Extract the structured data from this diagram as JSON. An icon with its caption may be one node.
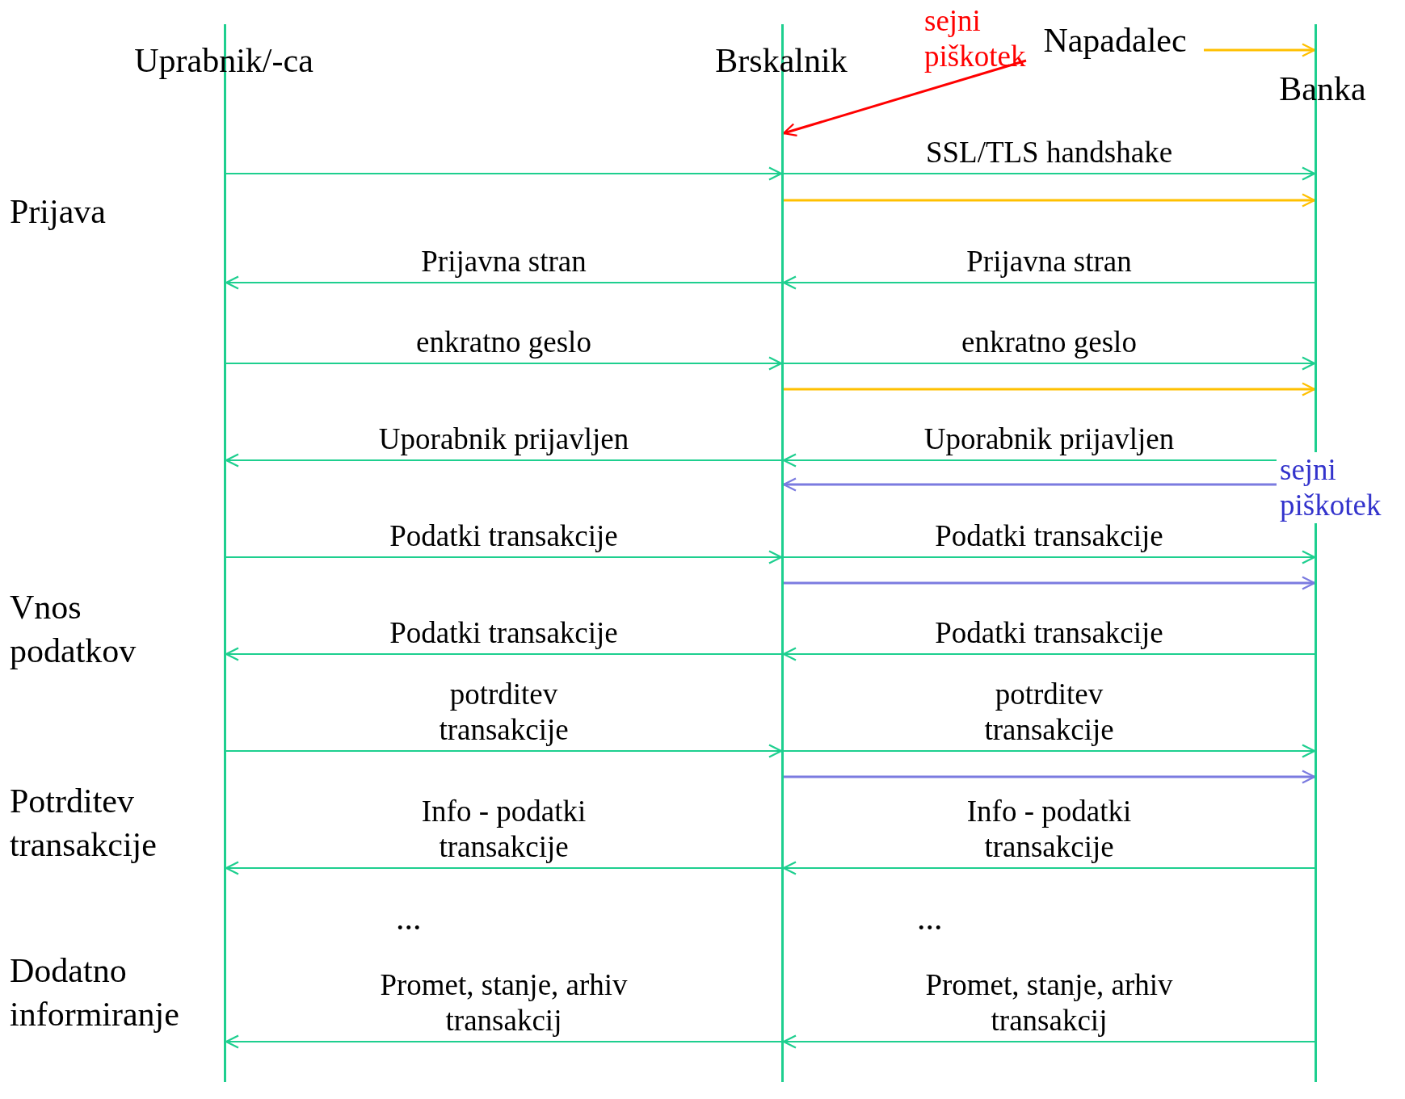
{
  "diagram": {
    "nodes": [
      {
        "text": [
          "Uprabnik/-ca"
        ]
      },
      {
        "text": [
          "Brskalnik"
        ]
      },
      {
        "text": [
          "Napadalec"
        ]
      },
      {
        "text": [
          "Banka"
        ]
      }
    ],
    "edges": [
      {
        "from": 2,
        "to": 1,
        "arrow": "to",
        "label": "sejni piškotek",
        "color": "#ff0000"
      },
      {
        "from": 2,
        "to": 3,
        "arrow": "to",
        "color": "#ffc000"
      },
      {
        "from": 0,
        "to": 1,
        "arrow": "to"
      },
      {
        "from": 1,
        "to": 3,
        "arrow": "to",
        "label": "SSL/TLS handshake"
      },
      {
        "from": 1,
        "to": 3,
        "arrow": "to",
        "color": "#ffc000"
      },
      {
        "from": 1,
        "to": 0,
        "arrow": "to",
        "label": "Prijavna stran"
      },
      {
        "from": 3,
        "to": 1,
        "arrow": "to",
        "label": "Prijavna stran"
      },
      {
        "from": 0,
        "to": 1,
        "arrow": "to",
        "label": "enkratno geslo"
      },
      {
        "from": 1,
        "to": 3,
        "arrow": "to",
        "label": "enkratno geslo"
      },
      {
        "from": 1,
        "to": 3,
        "arrow": "to",
        "color": "#ffc000"
      },
      {
        "from": 1,
        "to": 0,
        "arrow": "to",
        "label": "Uporabnik prijavljen"
      },
      {
        "from": 3,
        "to": 1,
        "arrow": "to",
        "label": "Uporabnik prijavljen"
      },
      {
        "from": 3,
        "to": 1,
        "arrow": "to",
        "label": "sejni piškotek",
        "color": "#7b7be0"
      },
      {
        "from": 0,
        "to": 1,
        "arrow": "to",
        "label": "Podatki transakcije"
      },
      {
        "from": 1,
        "to": 3,
        "arrow": "to",
        "label": "Podatki transakcije"
      },
      {
        "from": 1,
        "to": 3,
        "arrow": "to",
        "color": "#7b7be0"
      },
      {
        "from": 1,
        "to": 0,
        "arrow": "to",
        "label": "Podatki transakcije"
      },
      {
        "from": 3,
        "to": 1,
        "arrow": "to",
        "label": "Podatki transakcije"
      },
      {
        "from": 0,
        "to": 1,
        "arrow": "to",
        "label": "potrditev transakcije"
      },
      {
        "from": 1,
        "to": 3,
        "arrow": "to",
        "label": "potrditev transakcije"
      },
      {
        "from": 1,
        "to": 3,
        "arrow": "to",
        "color": "#7b7be0"
      },
      {
        "from": 1,
        "to": 0,
        "arrow": "to",
        "label": "Info - podatki transakcije"
      },
      {
        "from": 3,
        "to": 1,
        "arrow": "to",
        "label": "Info - podatki transakcije"
      },
      {
        "from": 1,
        "to": 0,
        "arrow": "to",
        "label": "Promet, stanje, arhiv transakcij"
      },
      {
        "from": 3,
        "to": 1,
        "arrow": "to",
        "label": "Promet, stanje, arhiv transakcij"
      }
    ],
    "labels": [
      "Prijava",
      "Vnos podatkov",
      "Potrditev transakcije",
      "Dodatno informiranje",
      "...",
      "..."
    ]
  }
}
